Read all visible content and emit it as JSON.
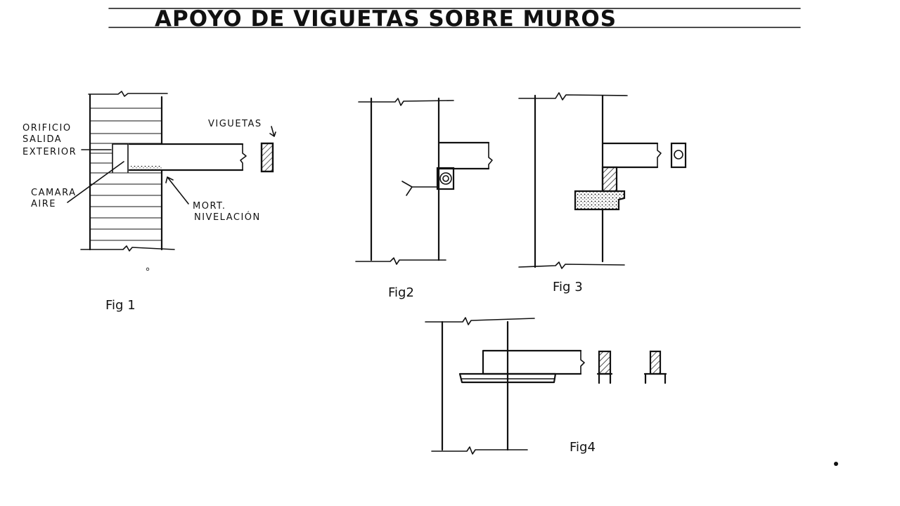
{
  "title": "APOYO DE VIGUETAS SOBRE MUROS",
  "figures": {
    "fig1": {
      "caption": "Fig 1",
      "labels": {
        "orificio_line1": "ORIFICIO",
        "orificio_line2": "SALIDA",
        "orificio_line3": "EXTERIOR",
        "viguetas": "VIGUETAS",
        "camara_line1": "CAMARA",
        "camara_line2": "AIRE",
        "mort_line1": "MORT.",
        "mort_line2": "NIVELACIÓN"
      }
    },
    "fig2": {
      "caption": "Fig2"
    },
    "fig3": {
      "caption": "Fig 3"
    },
    "fig4": {
      "caption": "Fig4"
    }
  },
  "colors": {
    "ink": "#111111",
    "background": "#ffffff"
  }
}
